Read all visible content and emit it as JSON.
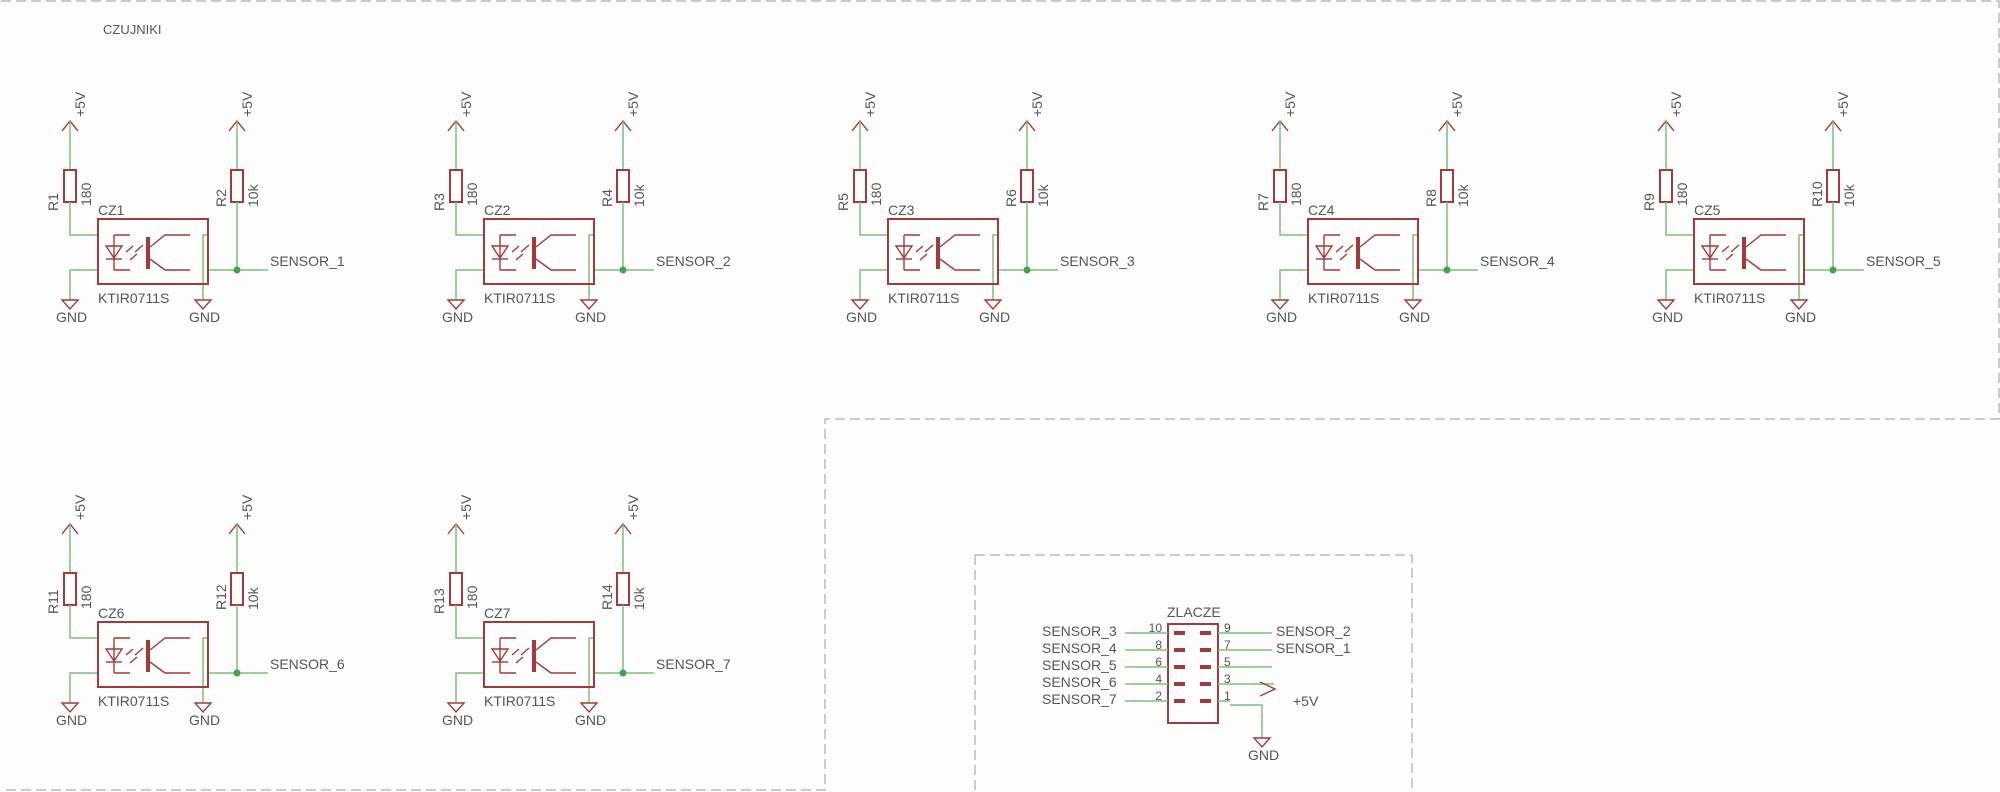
{
  "sheet_title": "CZUJNIKI",
  "power_label": "+5V",
  "gnd_label": "GND",
  "sensors": [
    {
      "ref": "CZ1",
      "part": "KTIR0711S",
      "r_led": "R1",
      "r_led_val": "180",
      "r_pull": "R2",
      "r_pull_val": "10k",
      "net": "SENSOR_1"
    },
    {
      "ref": "CZ2",
      "part": "KTIR0711S",
      "r_led": "R3",
      "r_led_val": "180",
      "r_pull": "R4",
      "r_pull_val": "10k",
      "net": "SENSOR_2"
    },
    {
      "ref": "CZ3",
      "part": "KTIR0711S",
      "r_led": "R5",
      "r_led_val": "180",
      "r_pull": "R6",
      "r_pull_val": "10k",
      "net": "SENSOR_3"
    },
    {
      "ref": "CZ4",
      "part": "KTIR0711S",
      "r_led": "R7",
      "r_led_val": "180",
      "r_pull": "R8",
      "r_pull_val": "10k",
      "net": "SENSOR_4"
    },
    {
      "ref": "CZ5",
      "part": "KTIR0711S",
      "r_led": "R9",
      "r_led_val": "180",
      "r_pull": "R10",
      "r_pull_val": "10k",
      "net": "SENSOR_5"
    },
    {
      "ref": "CZ6",
      "part": "KTIR0711S",
      "r_led": "R11",
      "r_led_val": "180",
      "r_pull": "R12",
      "r_pull_val": "10k",
      "net": "SENSOR_6"
    },
    {
      "ref": "CZ7",
      "part": "KTIR0711S",
      "r_led": "R13",
      "r_led_val": "180",
      "r_pull": "R14",
      "r_pull_val": "10k",
      "net": "SENSOR_7"
    }
  ],
  "connector": {
    "ref": "ZLACZE",
    "left_pins": [
      {
        "num": "10",
        "net": "SENSOR_3"
      },
      {
        "num": "8",
        "net": "SENSOR_4"
      },
      {
        "num": "6",
        "net": "SENSOR_5"
      },
      {
        "num": "4",
        "net": "SENSOR_6"
      },
      {
        "num": "2",
        "net": "SENSOR_7"
      }
    ],
    "right_pins": [
      {
        "num": "9",
        "net": "SENSOR_2"
      },
      {
        "num": "7",
        "net": "SENSOR_1"
      },
      {
        "num": "5",
        "net": ""
      },
      {
        "num": "3",
        "net": "+5V"
      },
      {
        "num": "1",
        "net": "GND"
      }
    ]
  }
}
